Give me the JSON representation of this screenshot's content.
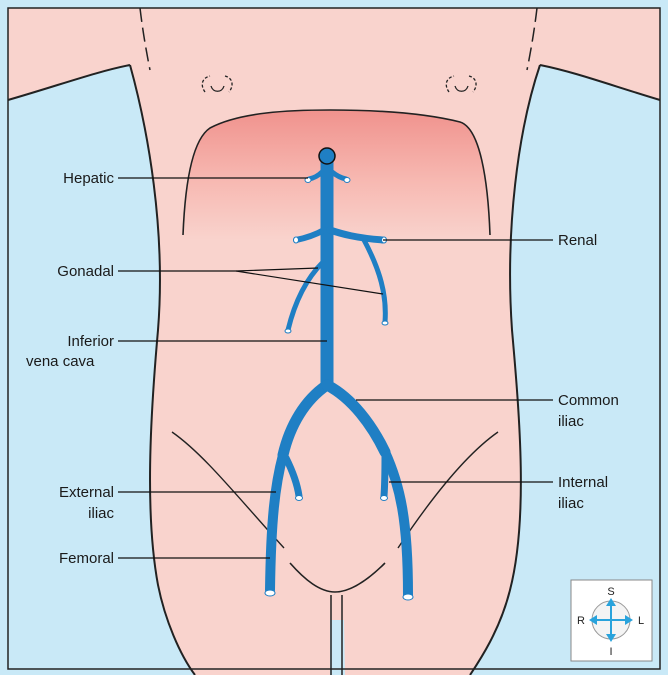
{
  "labels": {
    "hepatic": "Hepatic",
    "gonadal": "Gonadal",
    "inferior_vena_cava_line1": "Inferior",
    "inferior_vena_cava_line2": "vena cava",
    "external_iliac_line1": "External",
    "external_iliac_line2": "iliac",
    "femoral": "Femoral",
    "renal": "Renal",
    "common_iliac_line1": "Common",
    "common_iliac_line2": "iliac",
    "internal_iliac_line1": "Internal",
    "internal_iliac_line2": "iliac"
  },
  "compass": {
    "superior": "S",
    "inferior": "I",
    "right": "R",
    "left": "L"
  },
  "colors": {
    "background": "#c9e9f7",
    "skin": "#f9d3cd",
    "liver_top": "#f29a94",
    "vein": "#1f7fc4",
    "outline": "#222222",
    "compass_arrow": "#29a3dc"
  }
}
